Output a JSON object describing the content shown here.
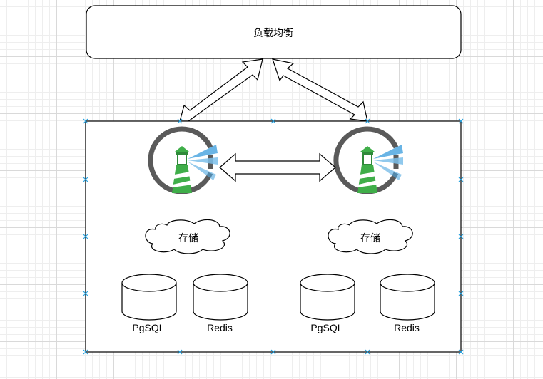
{
  "load_balancer": {
    "label": "负载均衡"
  },
  "nodes": [
    {
      "storage_label": "存储",
      "databases": [
        "PgSQL",
        "Redis"
      ]
    },
    {
      "storage_label": "存储",
      "databases": [
        "PgSQL",
        "Redis"
      ]
    }
  ],
  "colors": {
    "stroke": "#000000",
    "selection_handle": "#29a3e0",
    "lighthouse_ring": "#5a5a5a",
    "lighthouse_green": "#3fae49",
    "lighthouse_beam": "#4fa7e0"
  },
  "icons": [
    "lighthouse-icon",
    "cloud-shape",
    "database-cylinder",
    "double-arrow"
  ]
}
